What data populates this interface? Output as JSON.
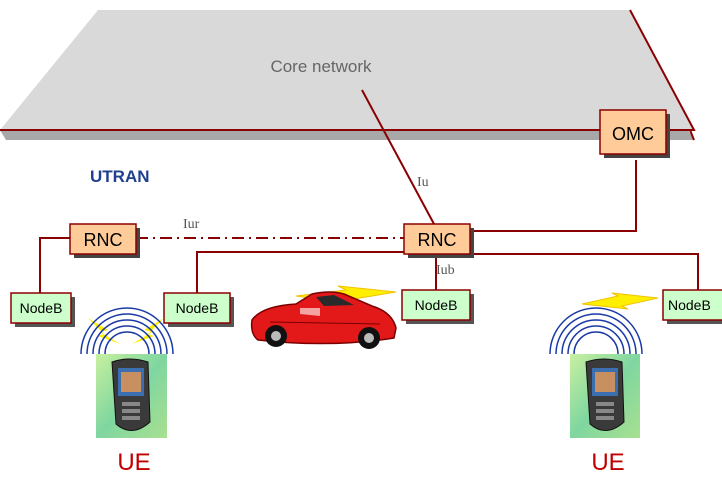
{
  "core_network": {
    "label": "Core network"
  },
  "utran": {
    "label": "UTRAN"
  },
  "nodes": {
    "omc": "OMC",
    "rnc_left": "RNC",
    "rnc_center": "RNC",
    "nodeb_1": "NodeB",
    "nodeb_2": "NodeB",
    "nodeb_3": "NodeB",
    "nodeb_4": "NodeB"
  },
  "interfaces": {
    "iu": "Iu",
    "iur": "Iur",
    "iub": "Iub"
  },
  "ue": {
    "left": "UE",
    "right": "UE"
  },
  "colors": {
    "link": "#8b0000",
    "rnc_fill": "#ffcc99",
    "nodeb_fill": "#ccffcc",
    "utran_text": "#1f3f8f",
    "ue_text": "#c00000",
    "platform": "#d8d8d8"
  }
}
